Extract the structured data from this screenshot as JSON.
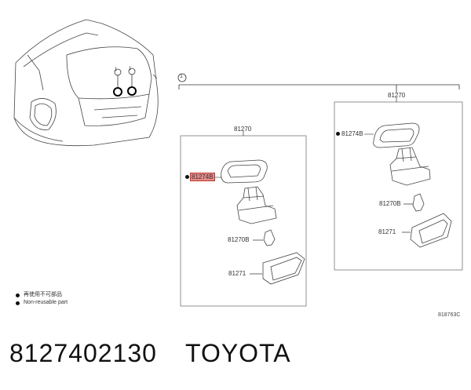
{
  "callouts": {
    "box_left_title": "81270",
    "box_right_title": "81270",
    "housing_left": "81274B",
    "housing_right": "81274B",
    "bulb_left": "81270B",
    "bulb_right": "81270B",
    "lens_left": "81271",
    "lens_right": "81271",
    "circle_ref": "1"
  },
  "legend": {
    "line1": "再使用不可部品",
    "line2": "Non-reusable part"
  },
  "diagram_code": "818763C",
  "footer": {
    "part_number": "8127402130",
    "brand": "TOYOTA"
  },
  "colors": {
    "highlight": "#e58a8a",
    "line": "#333333"
  }
}
